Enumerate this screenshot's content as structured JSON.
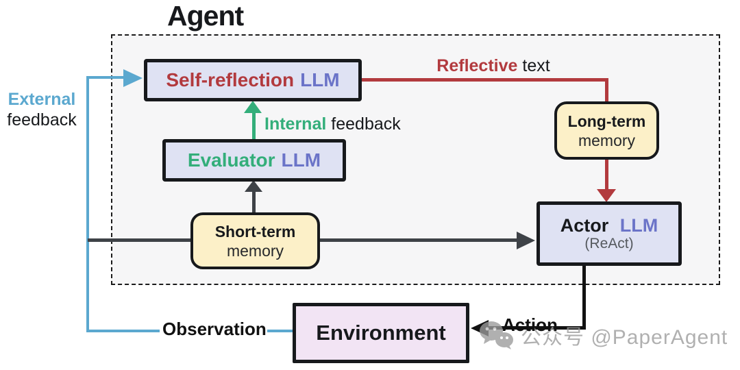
{
  "colors": {
    "red": "#b23a3e",
    "green": "#33ae7a",
    "llm-blue": "#6b74c8",
    "sky-blue": "#5ba8cf",
    "dark": "#3e4247",
    "black-line": "#121212",
    "yellow-bg": "#fcf0c8",
    "lavender-bg": "#dfe2f3",
    "env-bg": "#f2e4f4",
    "box-border": "#17191c",
    "agent-bg": "#f6f6f7",
    "watermark-gray": "#9b9b9b"
  },
  "title": "Agent",
  "nodes": {
    "self_reflection": {
      "name": "Self-reflection",
      "type": "LLM"
    },
    "evaluator": {
      "name": "Evaluator",
      "type": "LLM"
    },
    "short_term_memory": {
      "line1": "Short-term",
      "line2": "memory"
    },
    "long_term_memory": {
      "line1": "Long-term",
      "line2": "memory"
    },
    "actor": {
      "name": "Actor",
      "type": "LLM",
      "subtitle": "(ReAct)"
    },
    "environment": {
      "name": "Environment"
    }
  },
  "edges": {
    "external_feedback": {
      "accent": "External",
      "rest": "feedback"
    },
    "reflective_text": {
      "accent": "Reflective",
      "rest": "text"
    },
    "internal_feedback": {
      "accent": "Internal",
      "rest": "feedback"
    },
    "observation": "Observation",
    "action": "Action"
  },
  "watermark": {
    "icon": "wechat-icon",
    "text": "公众号 @PaperAgent"
  }
}
